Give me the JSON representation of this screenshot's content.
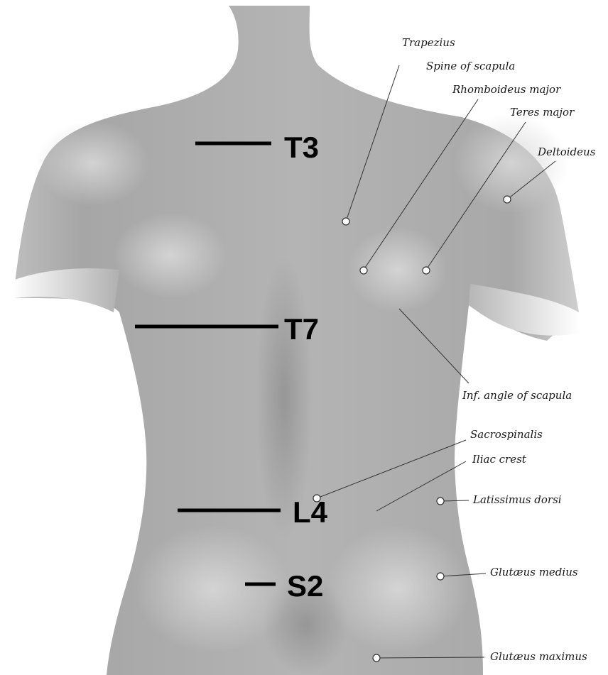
{
  "muscle_labels": {
    "trapezius": "Trapezius",
    "spine_of_scapula": "Spine of scapula",
    "rhomboideus_major": "Rhomboideus major",
    "teres_major": "Teres major",
    "deltoideus": "Deltoideus",
    "inf_angle_of_scapula": "Inf. angle of scapula",
    "sacrospinalis": "Sacrospinalis",
    "iliac_crest": "Iliac crest",
    "latissimus_dorsi": "Latissimus dorsi",
    "glutaeus_medius": "Glutæus medius",
    "glutaeus_maximus": "Glutæus maximus"
  },
  "vertebral_levels": {
    "t3": "T3",
    "t7": "T7",
    "l4": "L4",
    "s2": "S2"
  }
}
